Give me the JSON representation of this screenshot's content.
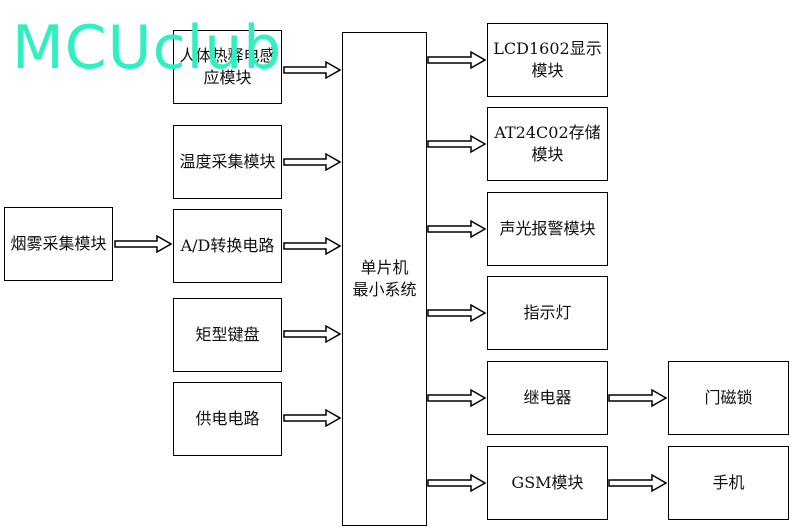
{
  "watermark": "MCUclub",
  "blocks": {
    "pir_sensor": "人体热释电感应模块",
    "temperature": "温度采集模块",
    "smoke": "烟雾采集模块",
    "adc": "A/D转换电路",
    "keypad": "矩型键盘",
    "power": "供电电路",
    "mcu_line1": "单片机",
    "mcu_line2": "最小系统",
    "lcd": "LCD1602显示模块",
    "eeprom": "AT24C02存储模块",
    "alarm": "声光报警模块",
    "indicator": "指示灯",
    "relay": "继电器",
    "door_lock": "门磁锁",
    "gsm": "GSM模块",
    "phone": "手机"
  }
}
